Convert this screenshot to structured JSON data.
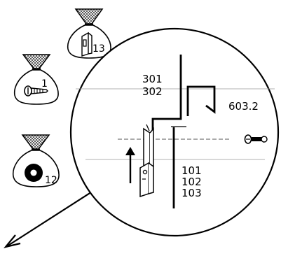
{
  "bags": [
    {
      "part": "bracket",
      "quantity": "13"
    },
    {
      "part": "screw",
      "quantity": "1"
    },
    {
      "part": "washer",
      "quantity": "12"
    }
  ],
  "detail": {
    "labels": {
      "top": [
        "301",
        "302"
      ],
      "right": "603.2",
      "bottom": [
        "101",
        "102",
        "103"
      ]
    },
    "icons": [
      "clip-icon",
      "up-arrow-icon",
      "bracket-icon",
      "screw-icon"
    ]
  },
  "colors": {
    "stroke": "#000000",
    "background": "#ffffff",
    "dashed_line": "#555555"
  }
}
